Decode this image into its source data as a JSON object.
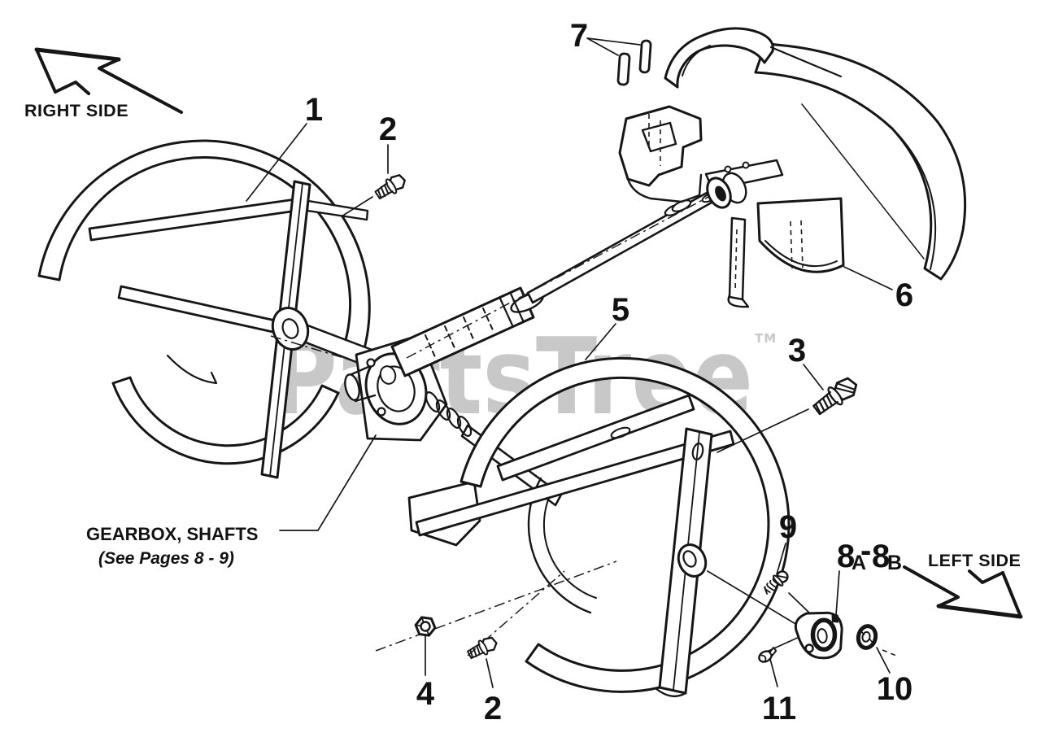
{
  "diagram": {
    "ink": "#161616",
    "watermark": {
      "text": "PartsTree",
      "tm": "TM",
      "color": "#c8c8c8"
    },
    "orientation": {
      "right_side": "RIGHT SIDE",
      "left_side": "LEFT SIDE"
    },
    "note": {
      "line1": "GEARBOX, SHAFTS",
      "line2": "(See Pages 8 - 9)"
    },
    "callouts": {
      "c1": "1",
      "c2_top": "2",
      "c2_bottom": "2",
      "c3": "3",
      "c4": "4",
      "c5": "5",
      "c6": "6",
      "c7": "7",
      "c9": "9",
      "c10": "10",
      "c11": "11",
      "c8_first": "8",
      "c8_sub_a": "A",
      "c8_dash": "-",
      "c8_second": "8",
      "c8_sub_b": "B"
    }
  }
}
